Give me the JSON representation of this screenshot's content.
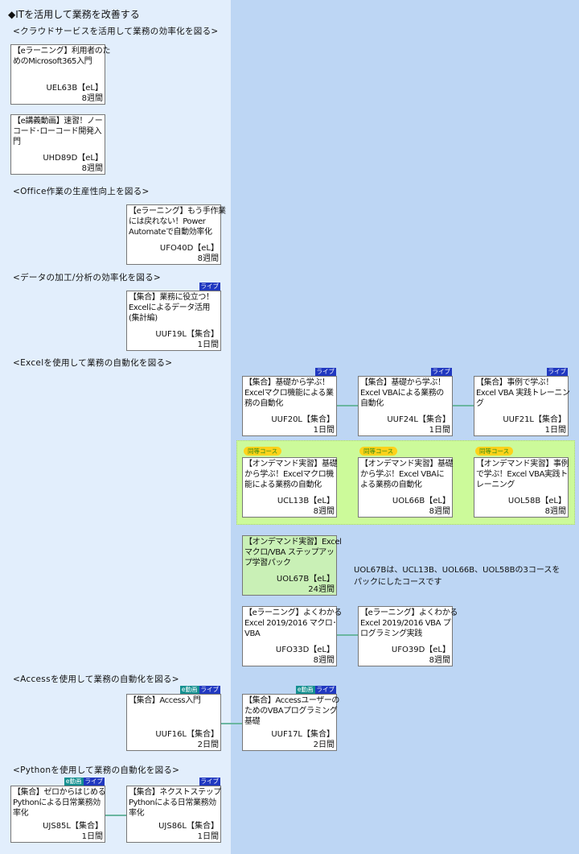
{
  "title": "◆ITを活用して業務を改善する",
  "sections": [
    "<クラウドサービスを活用して業務の効率化を図る>",
    "<Office作業の生産性向上を図る>",
    "<データの加工/分析の効率化を図る>",
    "<Excelを使用して業務の自動化を図る>",
    "<Accessを使用して業務の自動化を図る>",
    "<Pythonを使用して業務の自動化を図る>"
  ],
  "badges": {
    "live": "ライブ",
    "video": "e動画",
    "equivalent": "同等コース"
  },
  "note": "UOL67Bは、UCL13B、UOL66B、UOL58Bの3コースを\nパックにしたコースです",
  "cards": [
    {
      "title": "【eラーニング】利用者のた\nめのMicrosoft365入門",
      "code": "UEL63B【eL】",
      "duration": "8週間",
      "badges": []
    },
    {
      "title": "【e講義動画】速習！ノー\nコード･ローコード開発入\n門",
      "code": "UHD89D【eL】",
      "duration": "8週間",
      "badges": []
    },
    {
      "title": "【eラーニング】もう手作業\nには戻れない！Power\nAutomateで自動効率化",
      "code": "UFO40D【eL】",
      "duration": "8週間",
      "badges": []
    },
    {
      "title": "【集合】業務に役立つ！\nExcelによるデータ活用\n(集計編)",
      "code": "UUF19L【集合】",
      "duration": "1日間",
      "badges": [
        "live"
      ]
    },
    {
      "title": "【集合】基礎から学ぶ！\nExcelマクロ機能による業\n務の自動化",
      "code": "UUF20L【集合】",
      "duration": "1日間",
      "badges": [
        "live"
      ]
    },
    {
      "title": "【集合】基礎から学ぶ！\nExcel VBAによる業務の\n自動化",
      "code": "UUF24L【集合】",
      "duration": "1日間",
      "badges": [
        "live"
      ]
    },
    {
      "title": "【集合】事例で学ぶ！\nExcel VBA 実践トレーニン\nグ",
      "code": "UUF21L【集合】",
      "duration": "1日間",
      "badges": [
        "live"
      ]
    },
    {
      "title": "【オンデマンド実習】基礎\nから学ぶ！Excelマクロ機\n能による業務の自動化",
      "code": "UCL13B【eL】",
      "duration": "8週間",
      "badges": [],
      "equivalent": true
    },
    {
      "title": "【オンデマンド実習】基礎\nから学ぶ！Excel VBAに\nよる業務の自動化",
      "code": "UOL66B【eL】",
      "duration": "8週間",
      "badges": [],
      "equivalent": true
    },
    {
      "title": "【オンデマンド実習】事例\nで学ぶ！Excel VBA実践ト\nレーニング",
      "code": "UOL58B【eL】",
      "duration": "8週間",
      "badges": [],
      "equivalent": true
    },
    {
      "title": "【オンデマンド実習】Excel\nマクロ/VBA ステップアッ\nプ学習パック",
      "code": "UOL67B【eL】",
      "duration": "24週間",
      "badges": [],
      "green": true
    },
    {
      "title": "【eラーニング】よくわかる\nExcel 2019/2016 マクロ･\nVBA",
      "code": "UFO33D【eL】",
      "duration": "8週間",
      "badges": []
    },
    {
      "title": "【eラーニング】よくわかる\nExcel 2019/2016 VBA プ\nログラミング実践",
      "code": "UFO39D【eL】",
      "duration": "8週間",
      "badges": []
    },
    {
      "title": "【集合】Access入門",
      "code": "UUF16L【集合】",
      "duration": "2日間",
      "badges": [
        "video",
        "live"
      ]
    },
    {
      "title": "【集合】Accessユーザーの\nためのVBAプログラミング\n基礎",
      "code": "UUF17L【集合】",
      "duration": "2日間",
      "badges": [
        "video",
        "live"
      ]
    },
    {
      "title": "【集合】ゼロからはじめる\nPythonによる日常業務効\n率化",
      "code": "UJS85L【集合】",
      "duration": "1日間",
      "badges": [
        "video",
        "live"
      ]
    },
    {
      "title": "【集合】ネクストステップ\nPythonによる日常業務効\n率化",
      "code": "UJS86L【集合】",
      "duration": "1日間",
      "badges": [
        "live"
      ]
    }
  ],
  "colors": {
    "left_bg": "#e2eefc",
    "right_bg": "#bdd6f4",
    "live": "#2038c0",
    "video": "#149090",
    "equivalent_panel": "#ccfa9a",
    "connector": "#6ab6a0"
  }
}
